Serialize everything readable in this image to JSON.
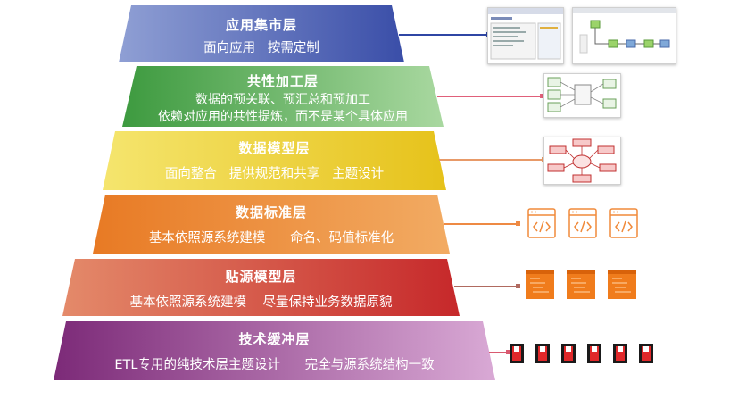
{
  "layers": [
    {
      "title": "应用集市层",
      "lines": [
        "面向应用   按需定制"
      ],
      "color_left": "#8f9fd4",
      "color_right": "#3a4ea8"
    },
    {
      "title": "共性加工层",
      "lines": [
        "数据的预关联、预汇总和预加工",
        "依赖对应用的共性提炼，而不是某个具体应用"
      ],
      "color_left": "#3d9a3f",
      "color_right": "#a9d8a0"
    },
    {
      "title": "数据模型层",
      "lines": [
        "面向整合   提供规范和共享   主题设计"
      ],
      "color_left": "#f5e56e",
      "color_right": "#e6c21a"
    },
    {
      "title": "数据标准层",
      "lines": [
        "基本依照源系统建模      命名、码值标准化"
      ],
      "color_left": "#e87a24",
      "color_right": "#f2ab63"
    },
    {
      "title": "贴源模型层",
      "lines": [
        "基本依照源系统建模    尽量保持业务数据原貌"
      ],
      "color_left": "#e48a6a",
      "color_right": "#c6282a"
    },
    {
      "title": "技术缓冲层",
      "lines": [
        "ETL专用的纯技术层主题设计      完全与源系统结构一致"
      ],
      "color_left": "#7c2a78",
      "color_right": "#d9a9d5"
    }
  ],
  "connector_colors": [
    "#2f46a4",
    "#e0607a",
    "#e89a68",
    "#ee8a44",
    "#b06a60",
    "#d95a70"
  ],
  "icons": {
    "app_mart": [
      "app-window-screenshot-icon",
      "workflow-screenshot-icon"
    ],
    "common_processing": [
      "data-flow-diagram-icon"
    ],
    "data_model": [
      "entity-relationship-diagram-icon"
    ],
    "data_standard": [
      "code-window-icon",
      "code-window-icon",
      "code-window-icon"
    ],
    "source_model": [
      "orange-document-icon",
      "orange-document-icon",
      "orange-document-icon"
    ],
    "tech_buffer": [
      "red-file-icon",
      "red-file-icon",
      "red-file-icon",
      "red-file-icon",
      "red-file-icon",
      "red-file-icon"
    ]
  }
}
